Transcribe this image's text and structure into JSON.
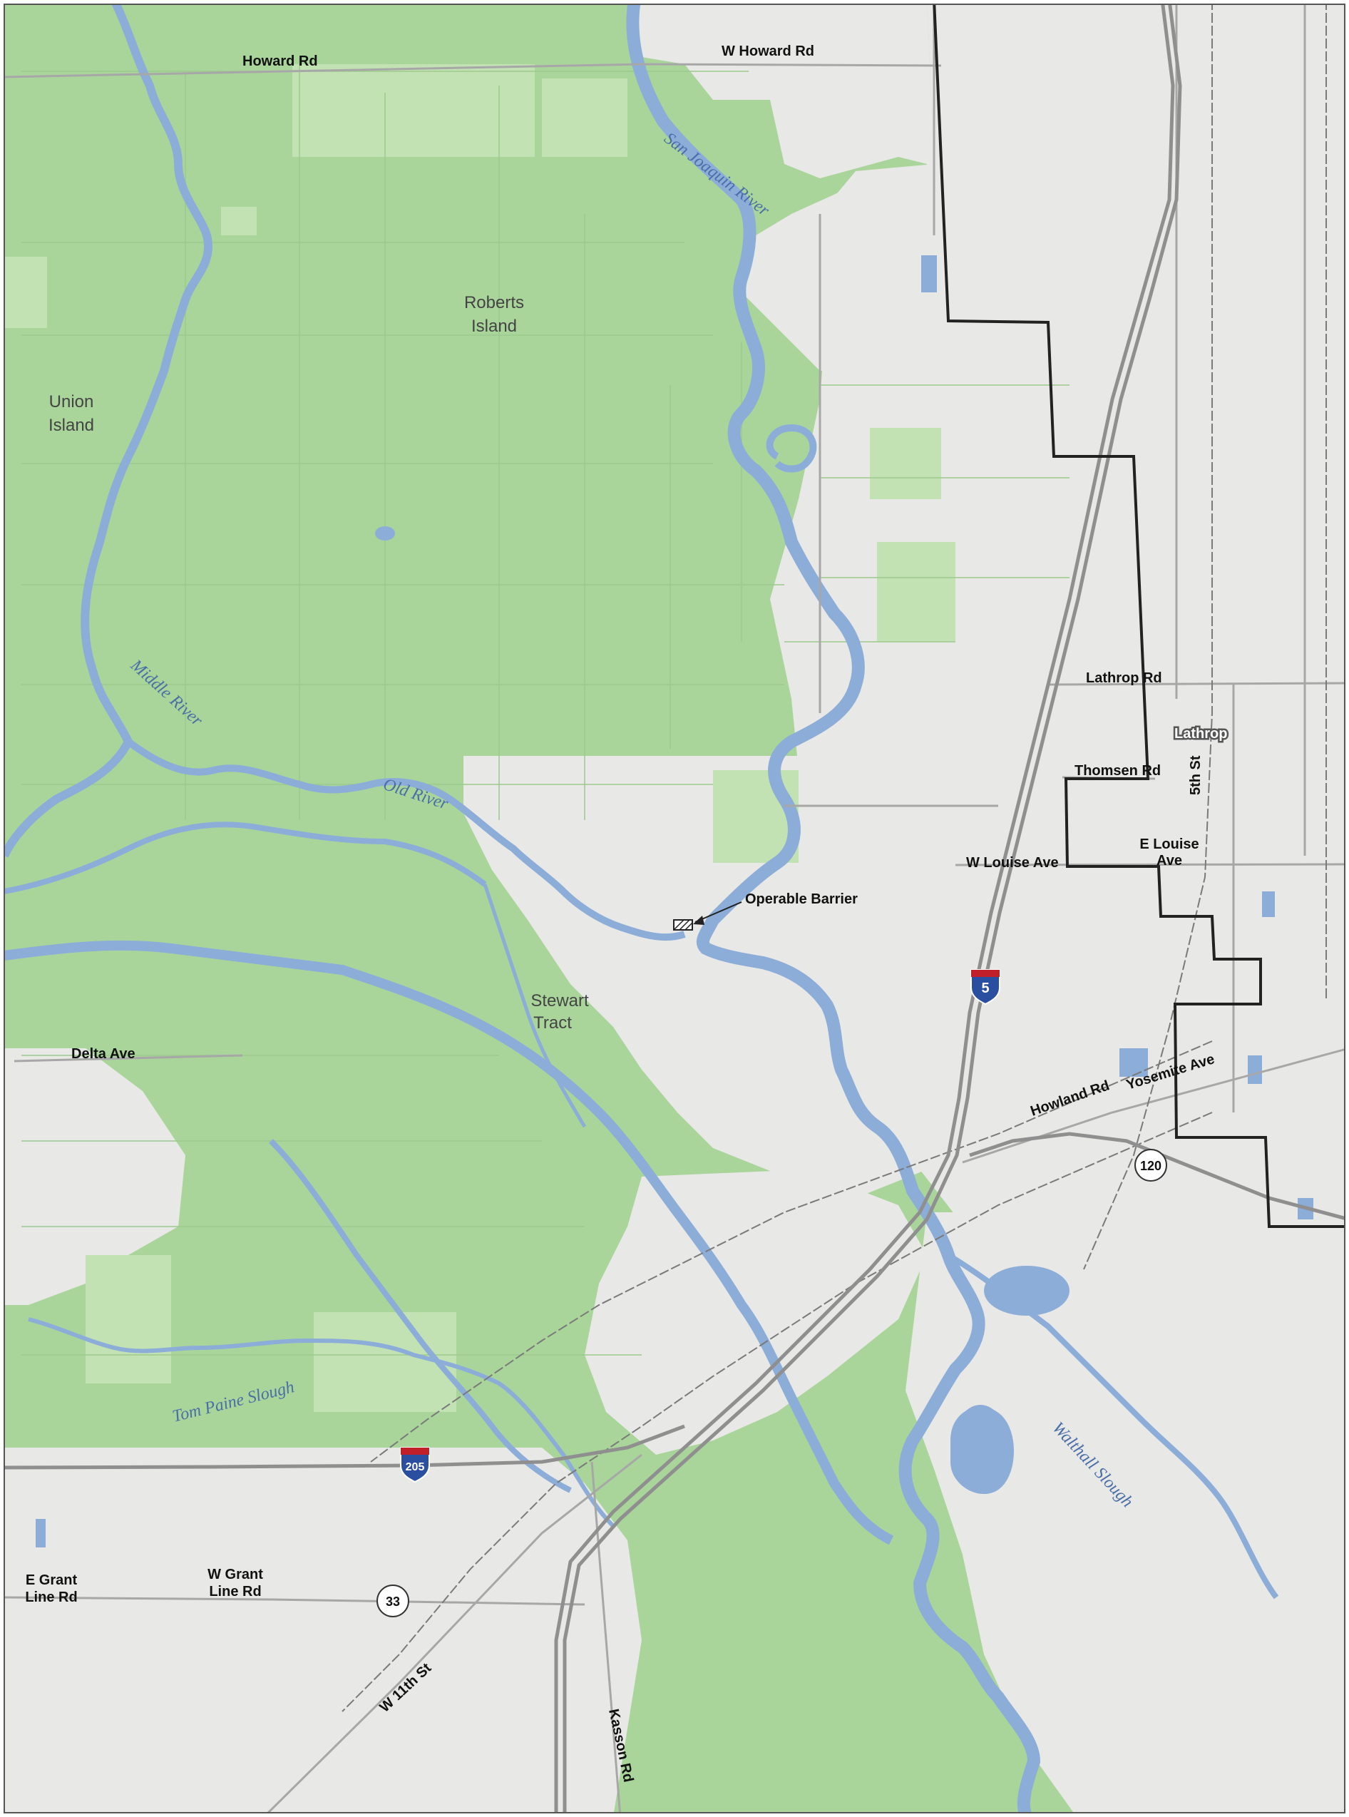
{
  "map": {
    "colors": {
      "farmland": "#a9d59a",
      "farmland_light": "#c2e2b4",
      "urban": "#e8e8e6",
      "urban_dark": "#d6d6d4",
      "water": "#8dadd9",
      "river_edge": "#6e93c8",
      "road": "#a7a7a7",
      "highway": "#8f8f8f",
      "boundary": "#222222",
      "rail": "#7a7a7a"
    },
    "place_labels": {
      "roberts_island": [
        "Roberts",
        "Island"
      ],
      "union_island": [
        "Union",
        "Island"
      ],
      "stewart_tract": [
        "Stewart",
        "Tract"
      ]
    },
    "city_label": "Lathrop",
    "water_labels": {
      "san_joaquin_river": "San Joaquin River",
      "middle_river": "Middle River",
      "old_river": "Old River",
      "tom_paine_slough": "Tom Paine Slough",
      "walthall_slough": "Walthall Slough"
    },
    "road_labels": {
      "howard_rd": "Howard Rd",
      "w_howard_rd": "W Howard Rd",
      "lathrop_rd": "Lathrop Rd",
      "thomsen_rd": "Thomsen Rd",
      "fifth_st": "5th St",
      "e_louise_ave": [
        "E Louise",
        "Ave"
      ],
      "w_louise_ave": "W Louise Ave",
      "delta_ave": "Delta Ave",
      "howland_rd": "Howland Rd",
      "yosemite_ave": "Yosemite Ave",
      "e_grant_line_rd": [
        "E Grant",
        "Line Rd"
      ],
      "w_grant_line_rd": [
        "W Grant",
        "Line Rd"
      ],
      "w_11th_st": "W 11th St",
      "kasson_rd": "Kasson Rd"
    },
    "shields": {
      "interstate_5": "5",
      "interstate_205": "205",
      "state_route_120": "120",
      "state_route_33": "33"
    },
    "feature_labels": {
      "operable_barrier": "Operable Barrier"
    }
  }
}
